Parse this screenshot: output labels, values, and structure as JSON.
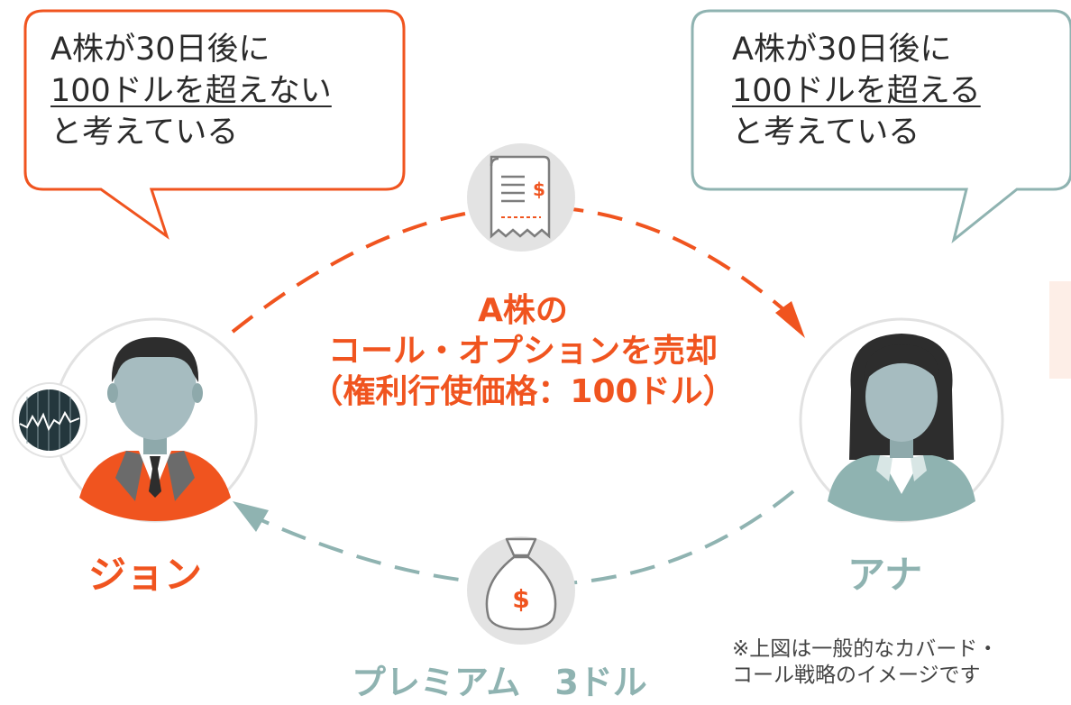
{
  "left_bubble": {
    "line1": "A株が30日後に",
    "line2": "100ドルを超えない",
    "line3": "と考えている"
  },
  "right_bubble": {
    "line1": "A株が30日後に",
    "line2": "100ドルを超える",
    "line3": "と考えている"
  },
  "center": {
    "line1": "A株の",
    "line2": "コール・オプションを売却",
    "line3": "（権利行使価格：100ドル）"
  },
  "people": {
    "left_name": "ジョン",
    "right_name": "アナ"
  },
  "premium_label": "プレミアム　3ドル",
  "note": {
    "line1": "※上図は一般的なカバード・",
    "line2": "コール戦略のイメージです"
  },
  "icons": {
    "receipt_symbol": "$",
    "money_bag_symbol": "$"
  },
  "colors": {
    "accent_orange": "#f0541f",
    "teal": "#8fb3b1",
    "gray_circle": "#e3e3e3"
  }
}
